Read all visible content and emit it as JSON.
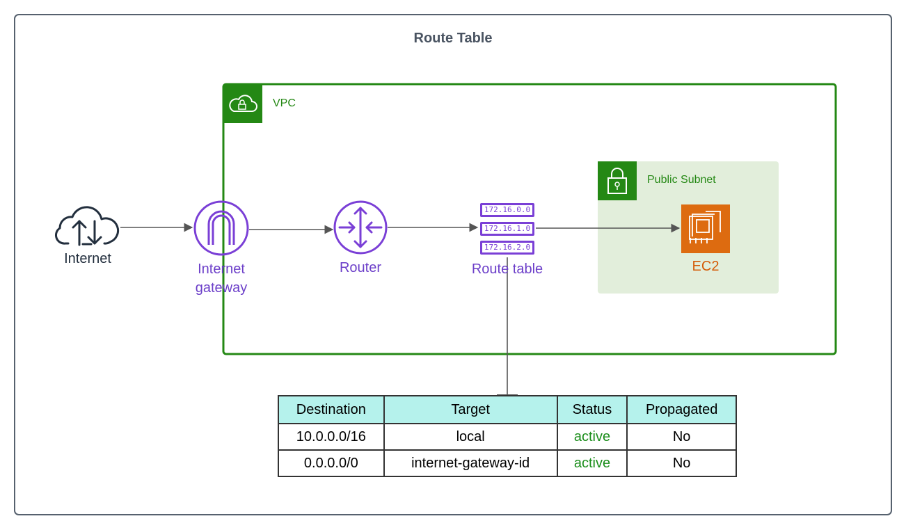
{
  "title": "Route Table",
  "vpc": {
    "label": "VPC",
    "color": "#248814"
  },
  "subnet": {
    "label": "Public Subnet",
    "fill": "#e2eedb"
  },
  "nodes": {
    "internet": "Internet",
    "internet_gateway_line1": "Internet",
    "internet_gateway_line2": "gateway",
    "router": "Router",
    "route_table": "Route table",
    "ec2": "EC2"
  },
  "route_icon_entries": [
    "172.16.0.0",
    "172.16.1.0",
    "172.16.2.0"
  ],
  "table": {
    "headers": [
      "Destination",
      "Target",
      "Status",
      "Propagated"
    ],
    "rows": [
      [
        "10.0.0.0/16",
        "local",
        "active",
        "No"
      ],
      [
        "0.0.0.0/0",
        "internet-gateway-id",
        "active",
        "No"
      ]
    ]
  },
  "colors": {
    "network_purple": "#7a3fd6",
    "compute_orange": "#dd6b10",
    "header_teal": "#b5f2ec",
    "status_green": "#1b8e1b"
  }
}
